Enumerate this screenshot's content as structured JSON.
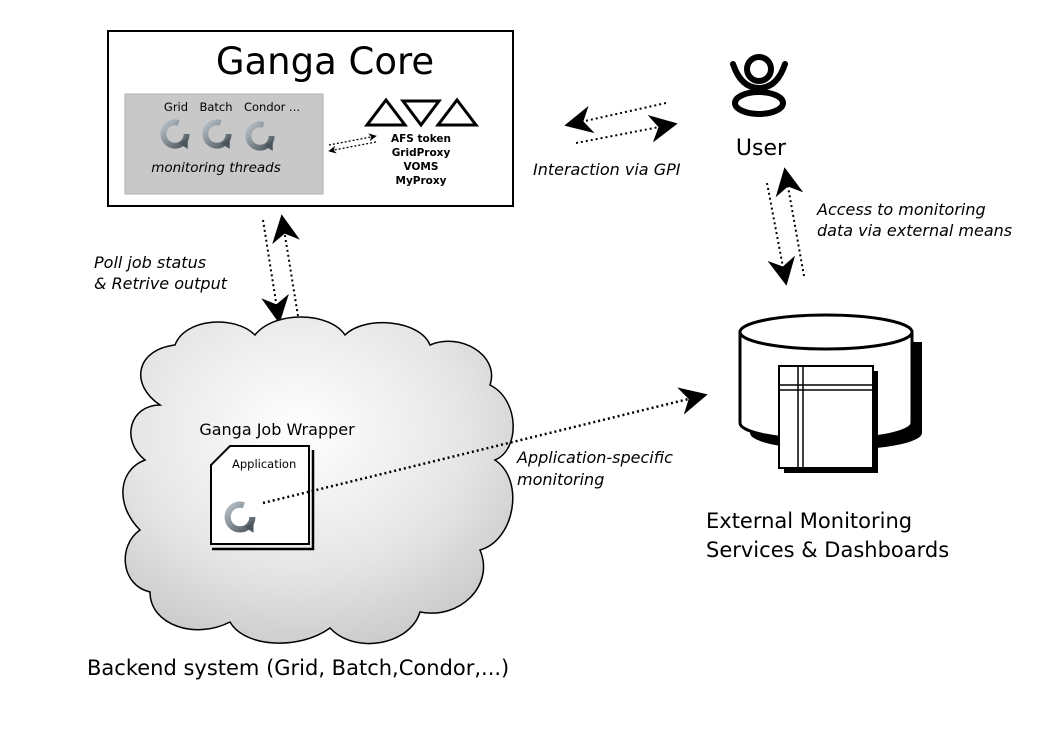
{
  "diagram": {
    "ganga_core": {
      "title": "Ganga Core",
      "backends": [
        "Grid",
        "Batch",
        "Condor ..."
      ],
      "monitoring_caption": "monitoring threads",
      "credentials": [
        "AFS token",
        "GridProxy",
        "VOMS",
        "MyProxy"
      ]
    },
    "user": {
      "label": "User"
    },
    "edges": {
      "interaction": "Interaction via GPI",
      "poll": [
        "Poll job status",
        "& Retrive output"
      ],
      "access": [
        "Access to monitoring",
        "data via external means"
      ],
      "app_monitoring": [
        "Application-specific",
        "monitoring"
      ]
    },
    "job_wrapper": {
      "title": "Ganga Job Wrapper",
      "application": "Application"
    },
    "backend_system": {
      "label": "Backend system (Grid, Batch,Condor,...)"
    },
    "external_monitoring": {
      "label": [
        "External Monitoring",
        "Services & Dashboards"
      ]
    }
  }
}
